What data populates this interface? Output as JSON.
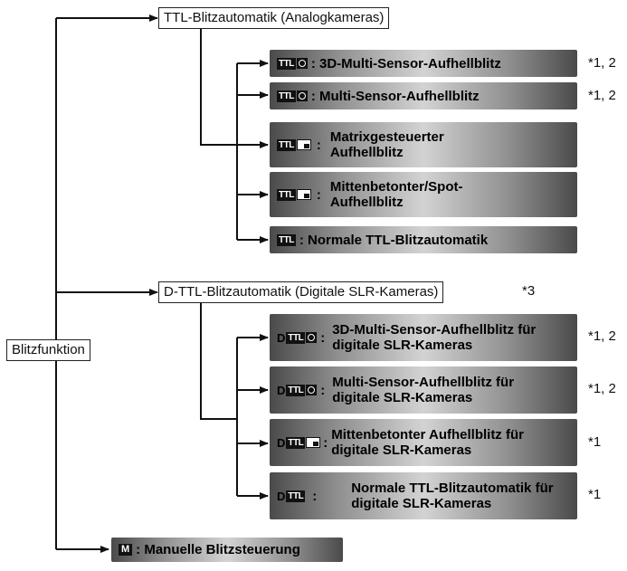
{
  "root": {
    "label": "Blitzfunktion"
  },
  "branches": {
    "analog": {
      "label": "TTL-Blitzautomatik (Analogkameras)",
      "items": [
        {
          "label": ": 3D-Multi-Sensor-Aufhellblitz",
          "note": "*1, 2",
          "icon": "ttl-sensor-icon"
        },
        {
          "label": ": Multi-Sensor-Aufhellblitz",
          "note": "*1, 2",
          "icon": "ttl-sensor-icon"
        },
        {
          "prefix": ":",
          "label": "Matrixgesteuerter Aufhellblitz",
          "note": "",
          "icon": "ttl-matrix-icon"
        },
        {
          "prefix": ":",
          "label": "Mittenbetonter/Spot-Aufhellblitz",
          "note": "",
          "icon": "ttl-matrix-icon"
        },
        {
          "label": ": Normale TTL-Blitzautomatik",
          "note": "",
          "icon": "ttl-icon"
        }
      ]
    },
    "digital": {
      "label": "D-TTL-Blitzautomatik (Digitale SLR-Kameras)",
      "note": "*3",
      "items": [
        {
          "prefix": ":",
          "label": "3D-Multi-Sensor-Aufhellblitz für digitale SLR-Kameras",
          "note": "*1, 2",
          "icon": "dttl-sensor-icon"
        },
        {
          "prefix": ":",
          "label": "Multi-Sensor-Aufhellblitz für digitale SLR-Kameras",
          "note": "*1, 2",
          "icon": "dttl-sensor-icon"
        },
        {
          "prefix": ":",
          "label": "Mittenbetonter Aufhellblitz für digitale SLR-Kameras",
          "note": "*1",
          "icon": "dttl-matrix-icon"
        },
        {
          "prefix": ":",
          "label": "Normale TTL-Blitzautomatik für digitale SLR-Kameras",
          "note": "*1",
          "icon": "dttl-icon"
        }
      ]
    },
    "manual": {
      "label": ": Manuelle Blitzsteuerung",
      "icon": "m-icon",
      "icon_text": "M"
    }
  },
  "icon_text": {
    "ttl": "TTL",
    "d": "D"
  }
}
